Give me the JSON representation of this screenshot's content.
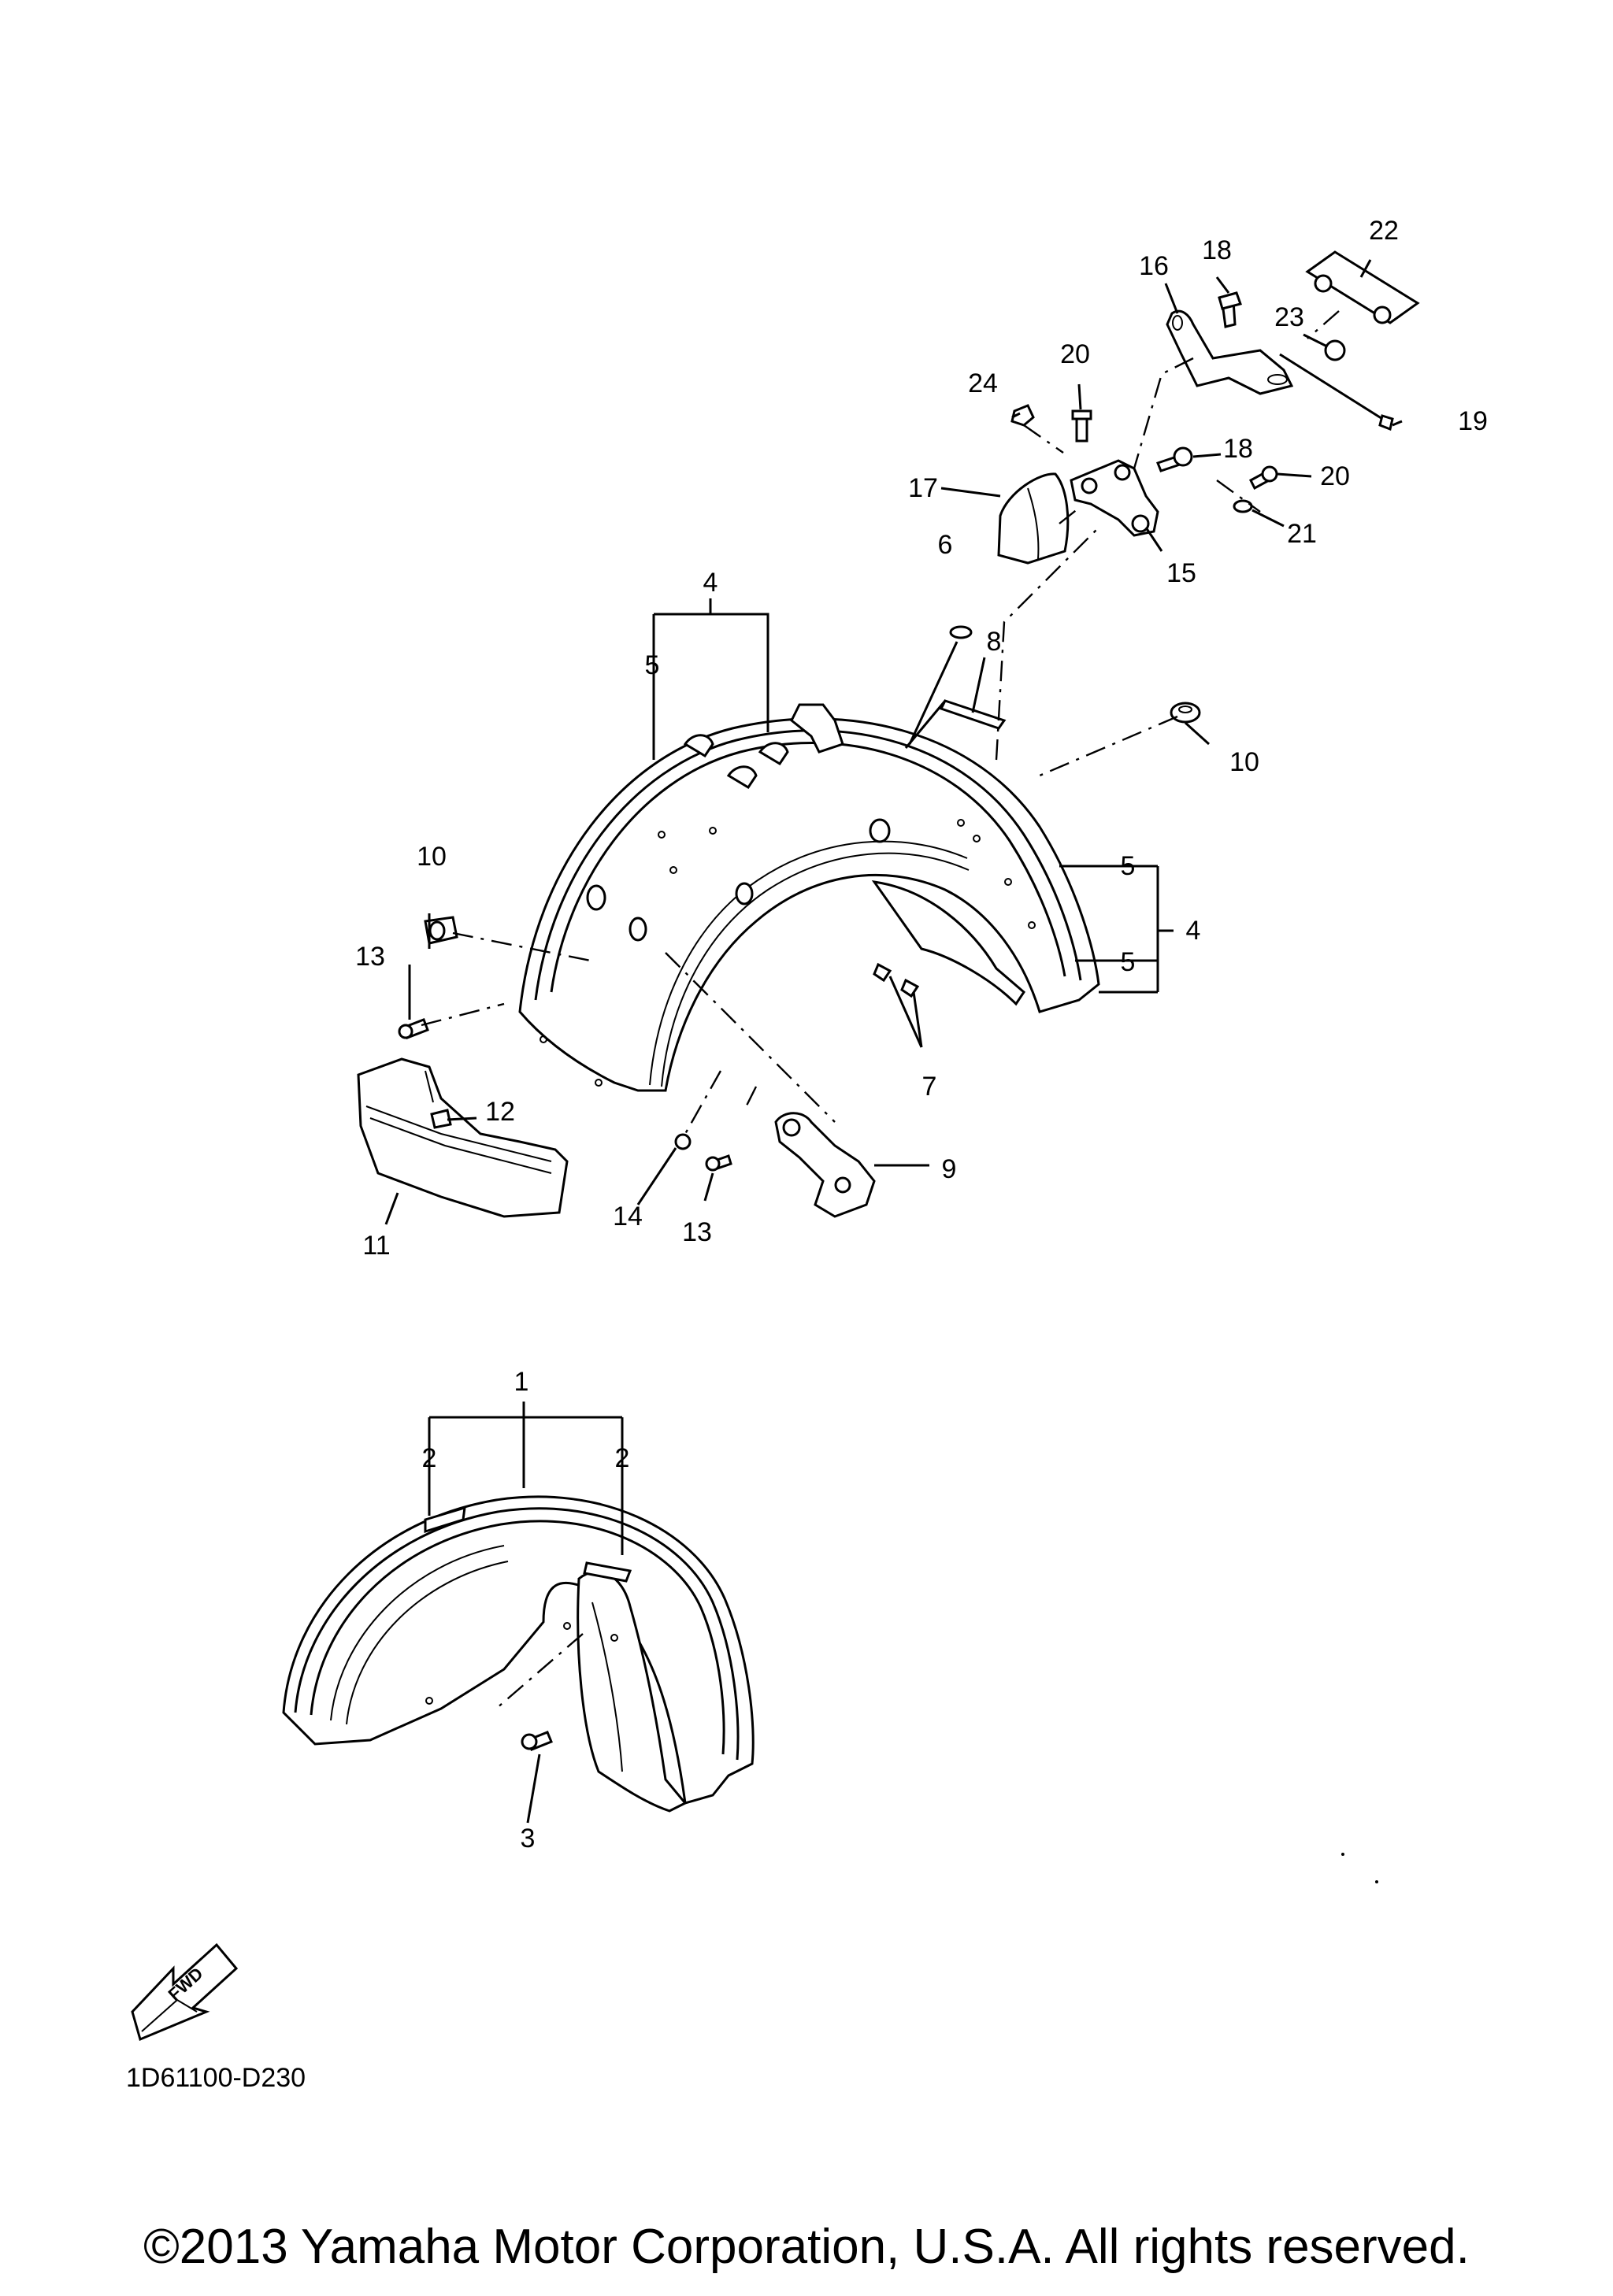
{
  "diagram": {
    "callouts": [
      "1",
      "2",
      "2",
      "3",
      "4",
      "4",
      "5",
      "5",
      "5",
      "6",
      "7",
      "8",
      "9",
      "10",
      "10",
      "11",
      "12",
      "13",
      "13",
      "14",
      "15",
      "16",
      "17",
      "18",
      "18",
      "19",
      "20",
      "20",
      "21",
      "22",
      "23",
      "24"
    ],
    "fwd_label": "FWD",
    "drawing_code": "1D61100-D230",
    "copyright": "©2013 Yamaha Motor Corporation, U.S.A. All rights reserved."
  }
}
